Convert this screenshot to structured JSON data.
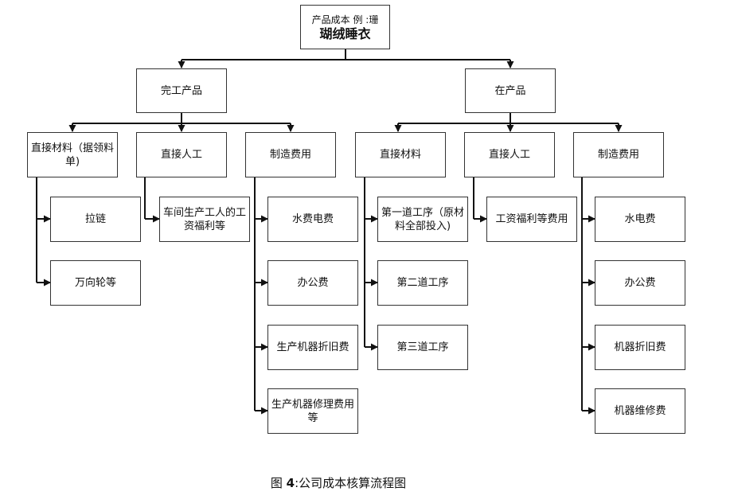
{
  "root": {
    "line1": "产品成本 例 :珊",
    "line2": "瑚绒睡衣"
  },
  "finished": {
    "title": "完工产品",
    "material": {
      "title": "直接材料（据领料单)",
      "items": [
        "拉链",
        "万向轮等"
      ]
    },
    "labor": {
      "title": "直接人工",
      "items": [
        "车间生产工人的工资福利等"
      ]
    },
    "overhead": {
      "title": "制造费用",
      "items": [
        "水费电费",
        "办公费",
        "生产机器折旧费",
        "生产机器修理费用等"
      ]
    }
  },
  "wip": {
    "title": "在产品",
    "material": {
      "title": "直接材料",
      "items": [
        "第一道工序（原材料全部投入)",
        "第二道工序",
        "第三道工序"
      ]
    },
    "labor": {
      "title": "直接人工",
      "items": [
        "工资福利等费用"
      ]
    },
    "overhead": {
      "title": "制造费用",
      "items": [
        "水电费",
        "办公费",
        "机器折旧费",
        "机器维修费"
      ]
    }
  },
  "caption": {
    "prefix": "图 ",
    "number": "4",
    "text": ":公司成本核算流程图"
  }
}
